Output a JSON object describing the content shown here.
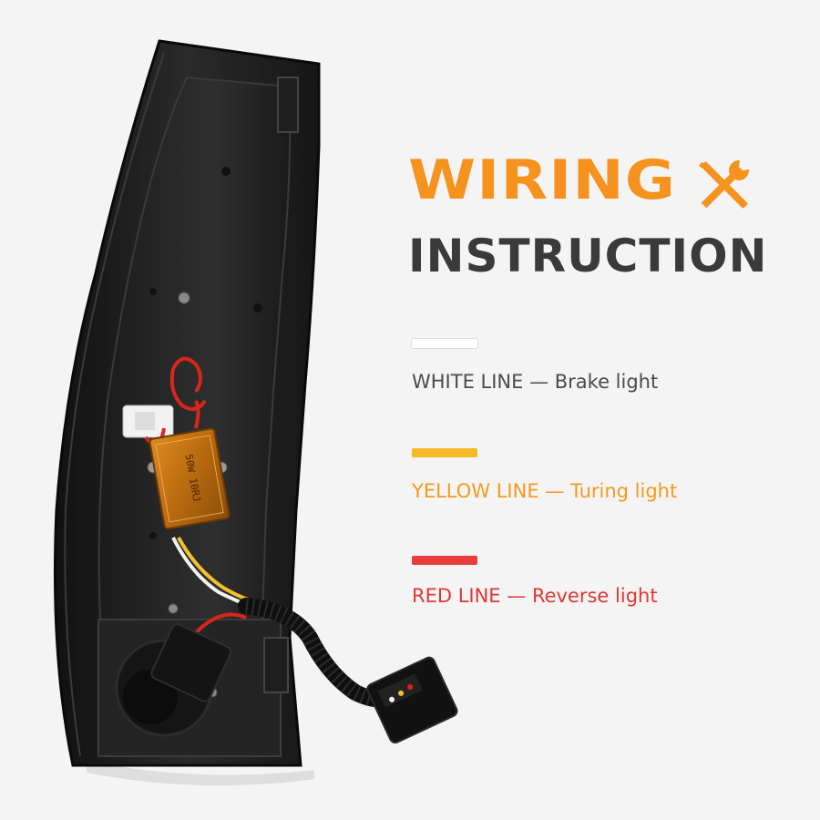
{
  "header": {
    "title_line1": "WIRING",
    "title_line2": "INSTRUCTION",
    "title_icon": "wrench-screwdriver-icon"
  },
  "legend": {
    "items": [
      {
        "line": "WHITE LINE",
        "separator": " — ",
        "function": "Brake light",
        "color": "#ffffff"
      },
      {
        "line": "YELLOW LINE",
        "separator": " — ",
        "function": "Turing light",
        "color": "#f6b928"
      },
      {
        "line": "RED LINE",
        "separator": " — ",
        "function": "Reverse light",
        "color": "#e83d3d"
      }
    ]
  },
  "product": {
    "resistor_label": "50W 10RJ"
  },
  "colors": {
    "accent": "#f6921e",
    "dark_text": "#3a3a3a",
    "background": "#f4f4f4"
  }
}
